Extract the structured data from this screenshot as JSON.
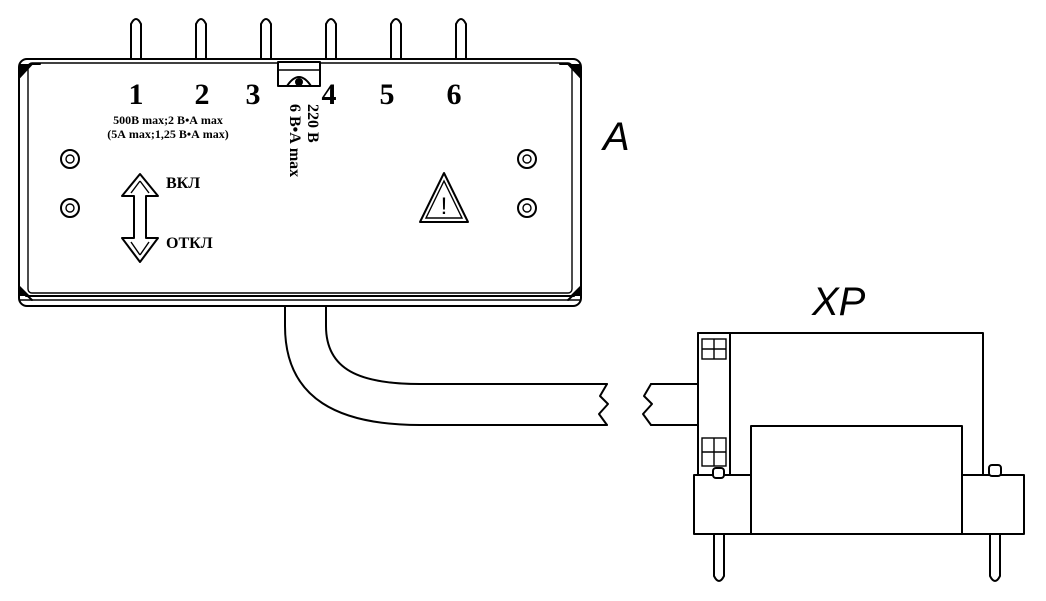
{
  "relay": {
    "designator": "A",
    "terminals": [
      "1",
      "2",
      "3",
      "4",
      "5",
      "6"
    ],
    "rating_line1": "500В max;2 В•А max",
    "rating_line2": "(5А max;1,25 В•А max)",
    "coil_voltage": "220 В",
    "coil_power": "6 В•А max",
    "state_on": "ВКЛ",
    "state_off": "ОТКЛ",
    "warning_symbol": "!"
  },
  "connector": {
    "designator": "XP"
  },
  "icons": {
    "double_arrow": "double-arrow-icon",
    "warning": "warning-triangle-icon",
    "screw": "screw-icon"
  },
  "colors": {
    "line": "#000000",
    "background": "#ffffff"
  }
}
